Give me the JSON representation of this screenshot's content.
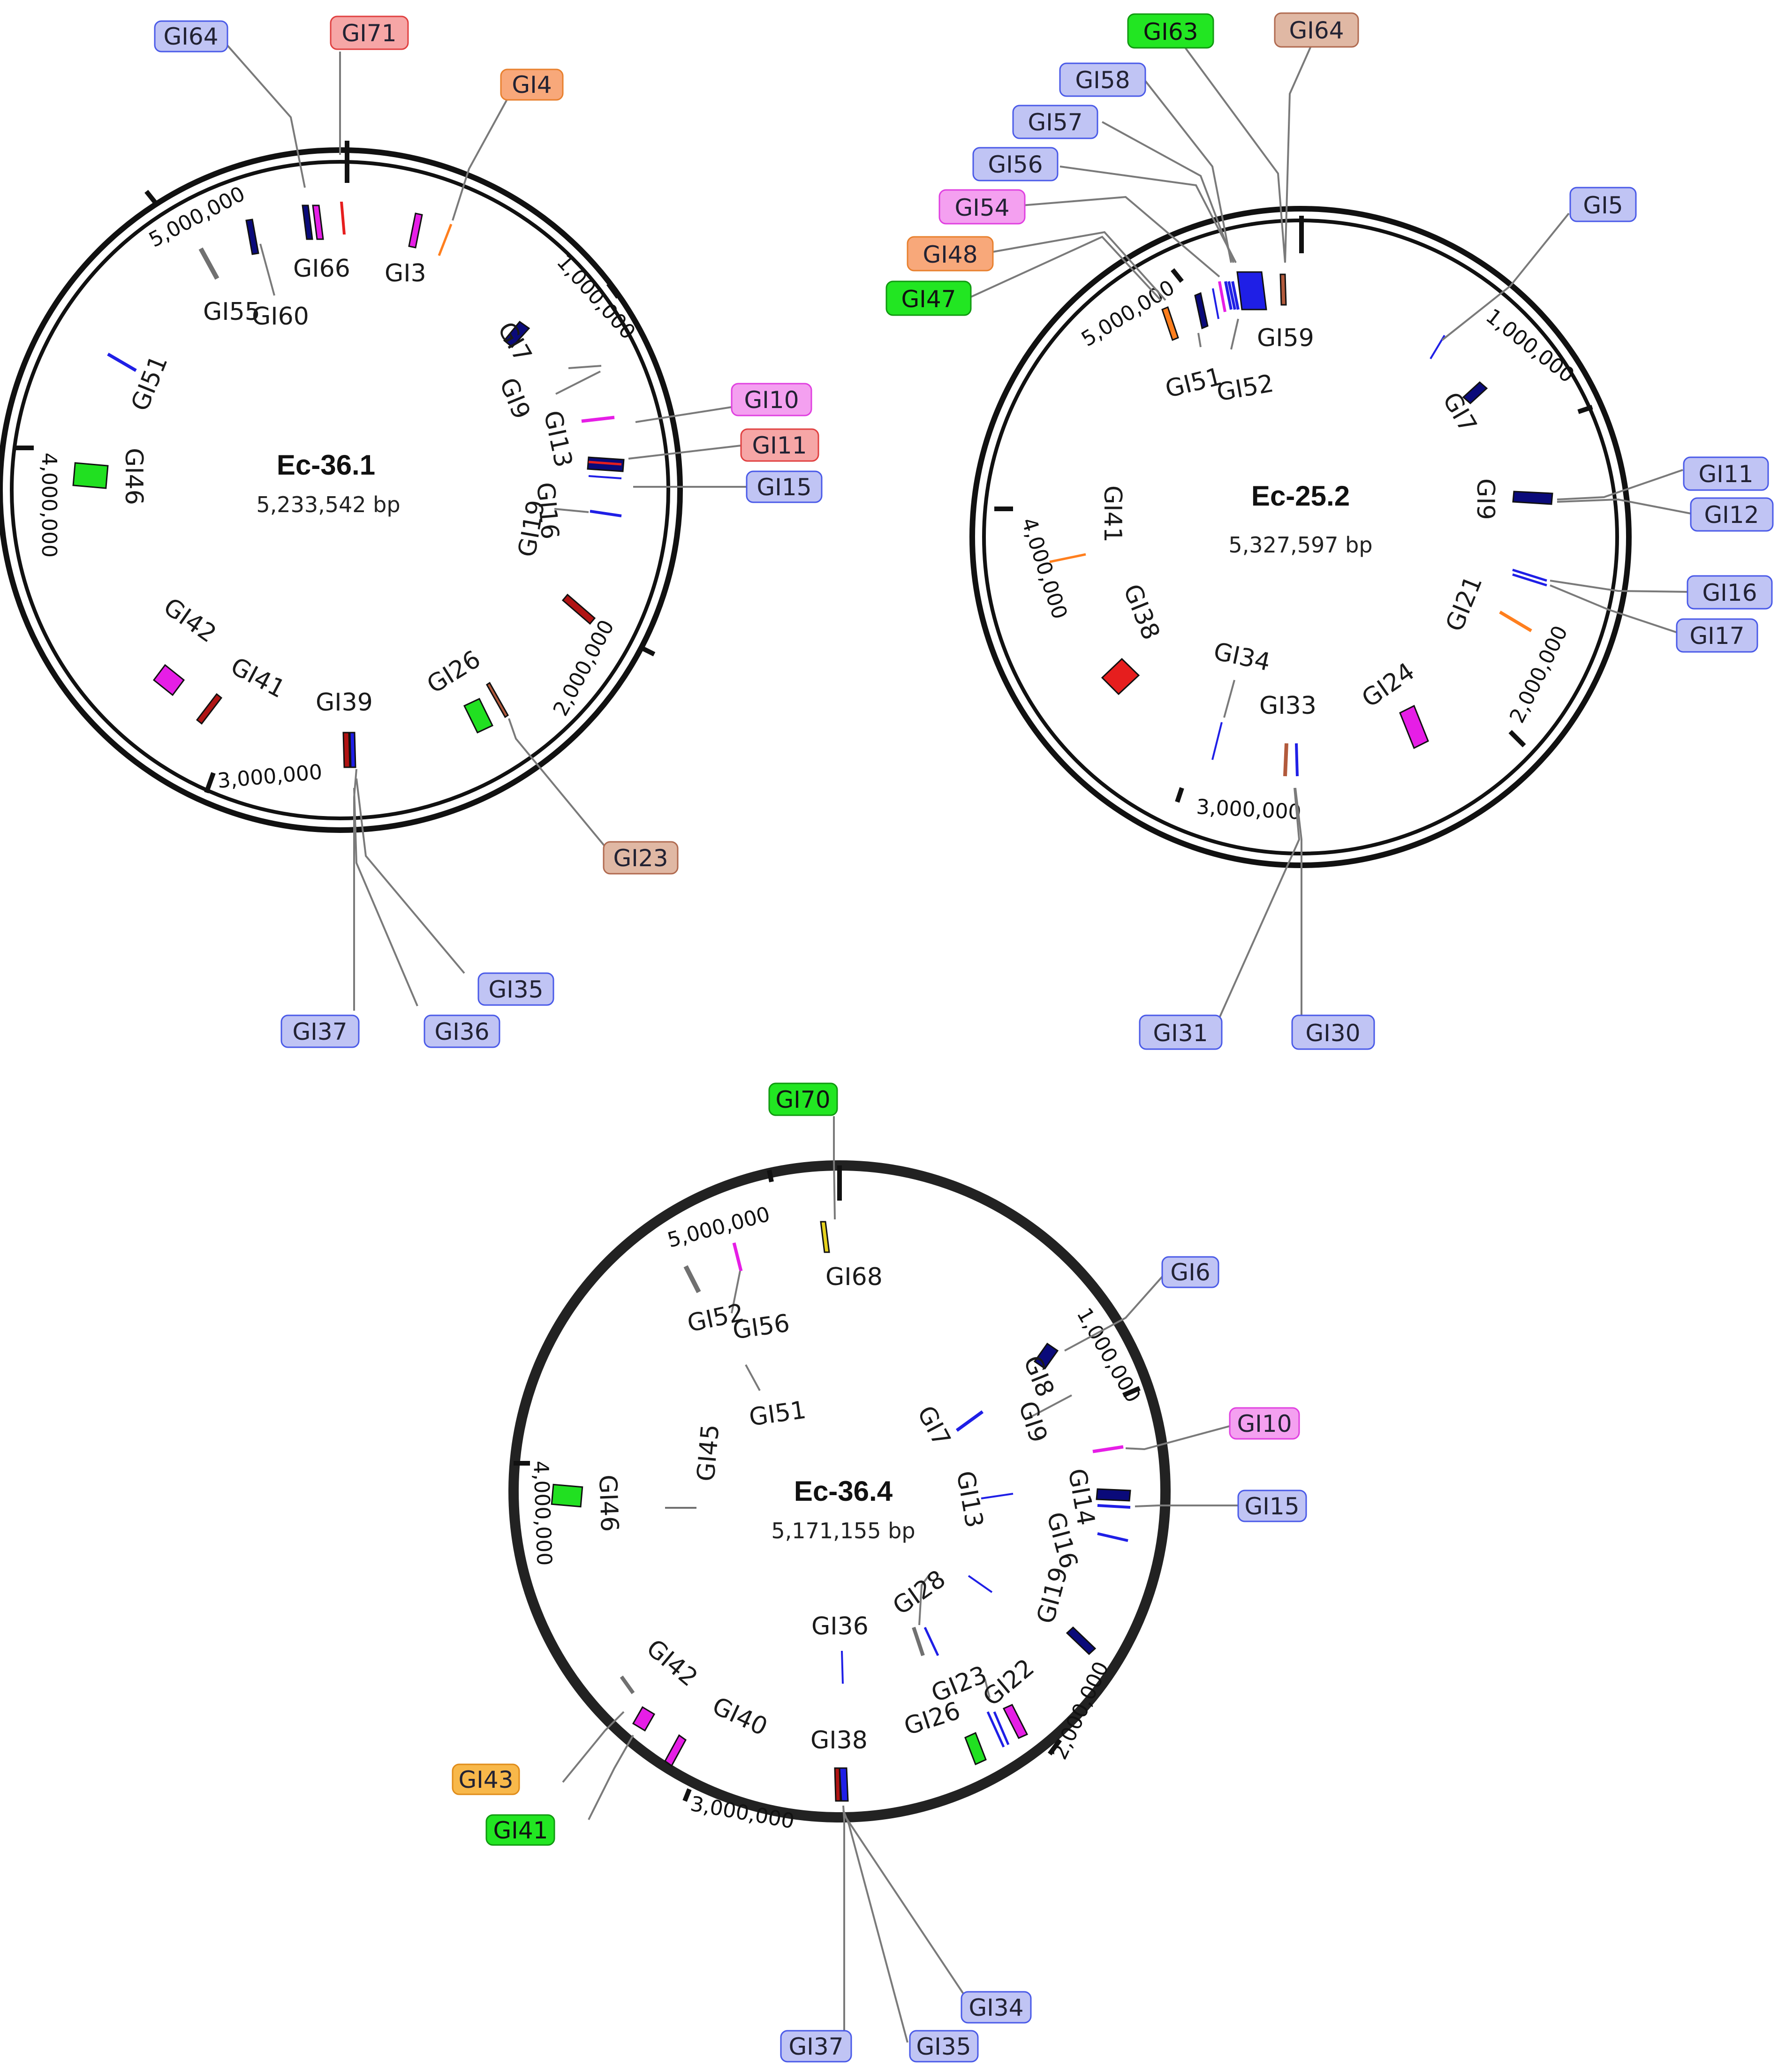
{
  "colors": {
    "blue": "#1f1fe6",
    "navy": "#0a0a7a",
    "magenta": "#e61ee6",
    "red": "#e61e1e",
    "darkred": "#b01414",
    "orange": "#ff7f1e",
    "brown": "#b25a3c",
    "green": "#21e021",
    "gray": "#707070",
    "yellow": "#e6d21e",
    "box_blue_fill": "#c0c4f4",
    "box_blue_stroke": "#4a5ae8",
    "box_red_fill": "#f6a6a6",
    "box_red_stroke": "#e04040",
    "box_orange_fill": "#f8a87a",
    "box_orange_stroke": "#e8802e",
    "box_pink_fill": "#f4a0f0",
    "box_pink_stroke": "#e040e0",
    "box_brown_fill": "#e0b8a4",
    "box_brown_stroke": "#b06a50",
    "box_green_fill": "#22e622",
    "box_green_stroke": "#119911",
    "box_yellow_fill": "#f8b84a",
    "box_yellow_stroke": "#e08c1a"
  },
  "genomes": [
    {
      "name": "Ec-36.1",
      "size_label": "5,233,542 bp",
      "ticks": [
        "1,000,000",
        "2,000,000",
        "3,000,000",
        "4,000,000",
        "5,000,000"
      ],
      "inner_labels": [
        "GI66",
        "GI3",
        "GI55",
        "GI60",
        "GI7",
        "GI9",
        "GI13",
        "GI16",
        "GI19",
        "GI26",
        "GI39",
        "GI41",
        "GI42",
        "GI46",
        "GI51"
      ],
      "box_labels": [
        "GI64",
        "GI71",
        "GI4",
        "GI10",
        "GI11",
        "GI15",
        "GI23",
        "GI35",
        "GI36",
        "GI37"
      ]
    },
    {
      "name": "Ec-25.2",
      "size_label": "5,327,597 bp",
      "ticks": [
        "1,000,000",
        "2,000,000",
        "3,000,000",
        "4,000,000",
        "5,000,000"
      ],
      "inner_labels": [
        "GI59",
        "GI51",
        "GI52",
        "GI7",
        "GI9",
        "GI21",
        "GI24",
        "GI33",
        "GI34",
        "GI38",
        "GI41"
      ],
      "box_labels": [
        "GI63",
        "GI64",
        "GI58",
        "GI57",
        "GI56",
        "GI54",
        "GI48",
        "GI47",
        "GI5",
        "GI11",
        "GI12",
        "GI16",
        "GI17",
        "GI31",
        "GI30"
      ]
    },
    {
      "name": "Ec-36.4",
      "size_label": "5,171,155 bp",
      "ticks": [
        "1,000,000",
        "2,000,000",
        "3,000,000",
        "4,000,000",
        "5,000,000"
      ],
      "inner_labels": [
        "GI68",
        "GI52",
        "GI56",
        "GI51",
        "GI8",
        "GI7",
        "GI9",
        "GI13",
        "GI14",
        "GI16",
        "GI19",
        "GI28",
        "GI36",
        "GI23",
        "GI22",
        "GI26",
        "GI38",
        "GI40",
        "GI42",
        "GI45",
        "GI46"
      ],
      "box_labels": [
        "GI70",
        "GI6",
        "GI10",
        "GI15",
        "GI43",
        "GI41",
        "GI34",
        "GI35",
        "GI37"
      ]
    }
  ]
}
